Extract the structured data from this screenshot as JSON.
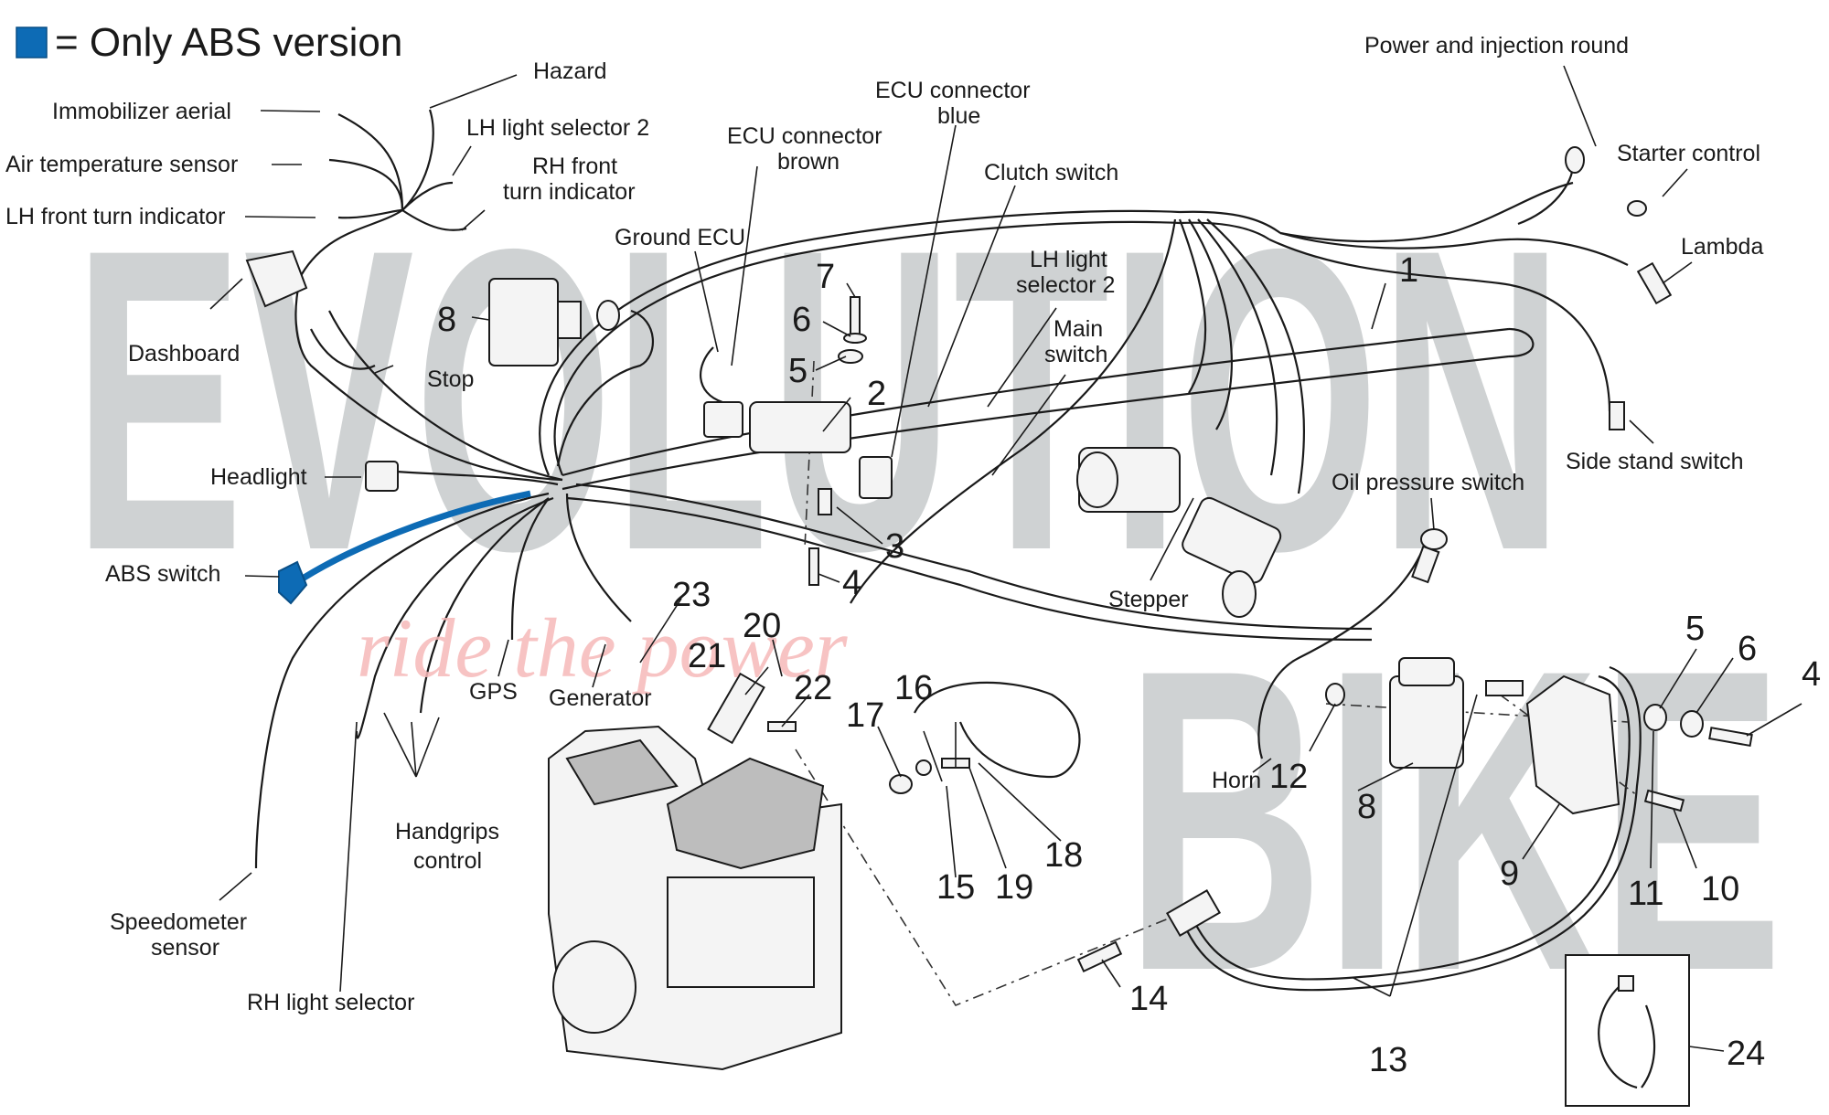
{
  "legend": {
    "swatch_color": "#0d6bb5",
    "text": "= Only ABS version"
  },
  "watermark": {
    "line1": "EVOLUTION",
    "line2": "BIKE",
    "slogan": "ride the power",
    "color": "#cfd2d3",
    "slogan_color": "#f6b9b9"
  },
  "colors": {
    "abs_wire": "#0d6bb5",
    "line": "#1a1a1a"
  },
  "labels": {
    "hazard": "Hazard",
    "immobilizer_aerial": "Immobilizer aerial",
    "lh_light_selector_2_top": "LH light selector 2",
    "air_temperature_sensor": "Air temperature sensor",
    "rh_front_turn_indicator_l1": "RH front",
    "rh_front_turn_indicator_l2": "turn indicator",
    "lh_front_turn_indicator": "LH front turn indicator",
    "dashboard": "Dashboard",
    "stop": "Stop",
    "headlight": "Headlight",
    "abs_switch": "ABS switch",
    "gps": "GPS",
    "generator": "Generator",
    "handgrips_control_l1": "Handgrips",
    "handgrips_control_l2": "control",
    "speedometer_sensor_l1": "Speedometer",
    "speedometer_sensor_l2": "sensor",
    "rh_light_selector": "RH light selector",
    "ground_ecu": "Ground ECU",
    "ecu_connector_brown_l1": "ECU connector",
    "ecu_connector_brown_l2": "brown",
    "ecu_connector_blue_l1": "ECU connector",
    "ecu_connector_blue_l2": "blue",
    "clutch_switch": "Clutch switch",
    "lh_light_selector_2_mid_l1": "LH light",
    "lh_light_selector_2_mid_l2": "selector 2",
    "main_switch_l1": "Main",
    "main_switch_l2": "switch",
    "power_and_injection_round": "Power and injection round",
    "starter_control": "Starter control",
    "lambda": "Lambda",
    "side_stand_switch": "Side stand switch",
    "oil_pressure_switch": "Oil pressure switch",
    "stepper": "Stepper",
    "horn": "Horn"
  },
  "part_numbers": {
    "p1": "1",
    "p2": "2",
    "p3": "3",
    "p4a": "4",
    "p4b": "4",
    "p5a": "5",
    "p5b": "5",
    "p6a": "6",
    "p6b": "6",
    "p7": "7",
    "p8a": "8",
    "p8b": "8",
    "p9": "9",
    "p10": "10",
    "p11": "11",
    "p12": "12",
    "p13": "13",
    "p14": "14",
    "p15": "15",
    "p16": "16",
    "p17": "17",
    "p18": "18",
    "p19": "19",
    "p20": "20",
    "p21": "21",
    "p22": "22",
    "p23": "23",
    "p24": "24"
  }
}
